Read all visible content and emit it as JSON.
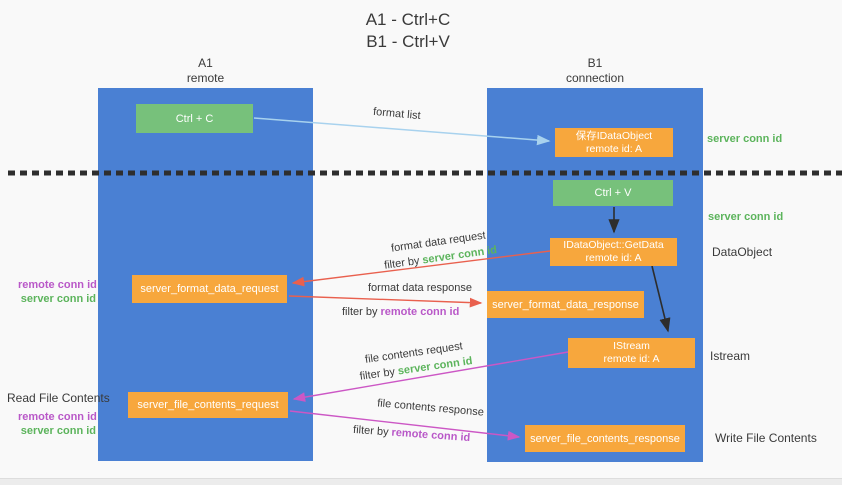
{
  "title": {
    "line1": "A1 - Ctrl+C",
    "line2": "B1 - Ctrl+V"
  },
  "columns": {
    "left": {
      "name": "A1",
      "role": "remote"
    },
    "right": {
      "name": "B1",
      "role": "connection"
    }
  },
  "nodes": {
    "ctrl_c": "Ctrl + C",
    "save_idataobject": {
      "line1": "保存IDataObject",
      "line2": "remote id: A"
    },
    "ctrl_v": "Ctrl + V",
    "getdata": {
      "line1": "IDataObject::GetData",
      "line2": "remote id: A"
    },
    "format_request": "server_format_data_request",
    "format_response": "server_format_data_response",
    "istream": {
      "line1": "IStream",
      "line2": "remote id: A"
    },
    "file_request": "server_file_contents_request",
    "file_response": "server_file_contents_response"
  },
  "side": {
    "server_conn_id_top": "server conn id",
    "server_conn_id_mid": "server conn id",
    "dataobject": "DataObject",
    "istream": "Istream",
    "read_file": "Read File Contents",
    "write_file": "Write File Contents",
    "ids_format": {
      "remote": "remote conn id",
      "server": "server conn id"
    },
    "ids_file": {
      "remote": "remote conn id",
      "server": "server conn id"
    }
  },
  "arrows": {
    "format_list": "format list",
    "format_data_request": "format data request",
    "format_data_response": "format data response",
    "file_contents_request": "file contents request",
    "file_contents_response": "file contents response",
    "filter_prefix": "filter by",
    "filter_server": "server conn id",
    "filter_remote": "remote conn id"
  },
  "colors": {
    "blue_column": "#4a80d3",
    "green_box": "#77c17b",
    "orange_box": "#f7a73d",
    "green_text": "#5cb45c",
    "purple_text": "#b958c8",
    "red_arrow": "#e9604e",
    "magenta_arrow": "#cc57c5",
    "light_blue_arrow": "#a8d2ee",
    "black_arrow": "#2d2d2d"
  }
}
